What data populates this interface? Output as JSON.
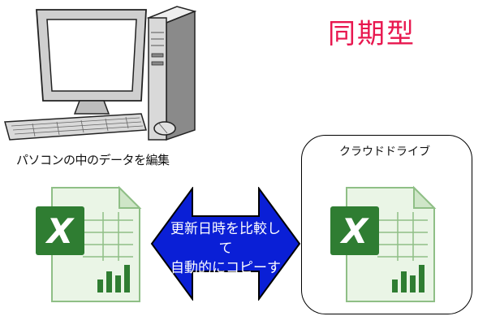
{
  "title": "同期型",
  "pc": {
    "caption": "パソコンの中のデータを編集"
  },
  "cloud": {
    "caption": "クラウドドライブ"
  },
  "arrow": {
    "line1": "更新日時を比較して",
    "line2": "自動的にコピーする"
  },
  "colors": {
    "title": "#e8174f",
    "arrow_fill": "#0a1fd6",
    "excel_green": "#2f7d32"
  },
  "icons": [
    "desktop-computer-icon",
    "excel-file-icon",
    "excel-file-icon"
  ]
}
